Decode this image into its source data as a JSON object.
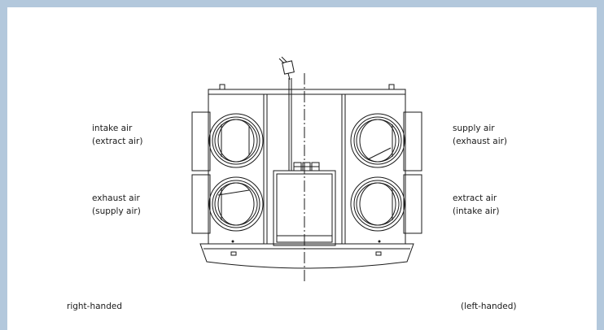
{
  "labels": {
    "top_left": {
      "line1": "intake air",
      "line2": "(extract air)"
    },
    "bottom_left": {
      "line1": "exhaust air",
      "line2": "(supply air)"
    },
    "top_right": {
      "line1": "supply air",
      "line2": "(exhaust air)"
    },
    "bottom_right": {
      "line1": "extract air",
      "line2": "(intake  air)"
    }
  },
  "handedness": {
    "left": "right-handed",
    "right": "(left-handed)"
  },
  "colors": {
    "frame": "#b3c8dc",
    "line": "#1a1a1a"
  }
}
